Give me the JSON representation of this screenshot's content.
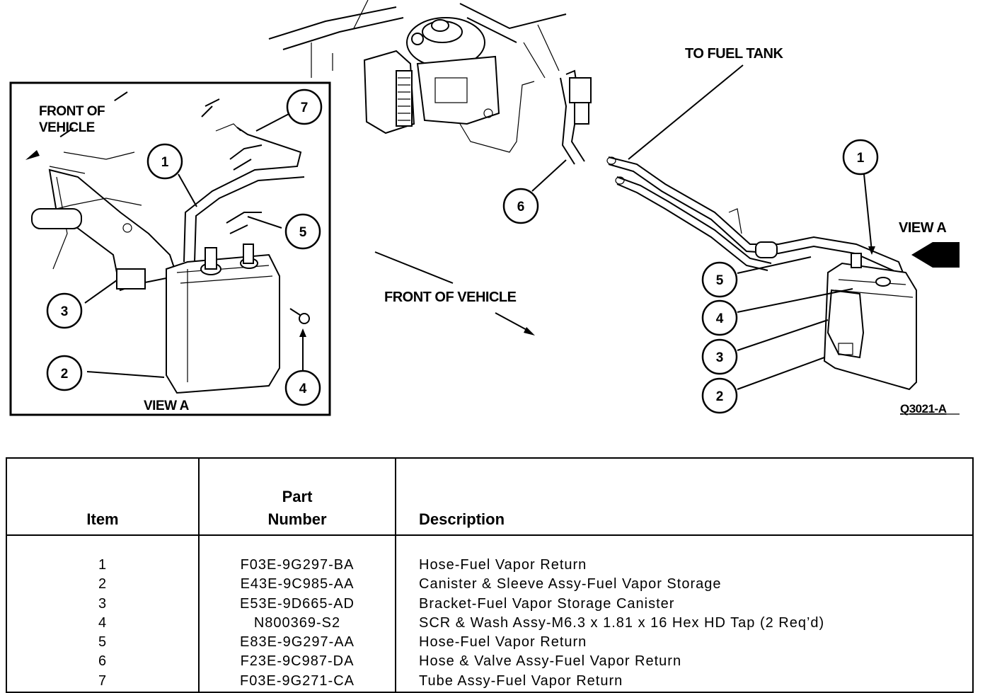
{
  "diagram": {
    "labels": {
      "front_of_vehicle_inset": [
        "FRONT OF",
        "VEHICLE"
      ],
      "view_a_caption": "VIEW A",
      "to_fuel_tank": "TO FUEL TANK",
      "front_of_vehicle_main": "FRONT OF VEHICLE",
      "view_a_pointer": "VIEW  A",
      "figure_code": "Q3021-A"
    },
    "callouts_inset": [
      "1",
      "2",
      "3",
      "4",
      "5",
      "7"
    ],
    "callouts_main": [
      "1",
      "2",
      "3",
      "4",
      "5",
      "6"
    ]
  },
  "table": {
    "headers": {
      "item": "Item",
      "part_number": [
        "Part",
        "Number"
      ],
      "description": "Description"
    },
    "rows": [
      {
        "item": "1",
        "part_number": "F03E-9G297-BA",
        "description": "Hose-Fuel Vapor Return"
      },
      {
        "item": "2",
        "part_number": "E43E-9C985-AA",
        "description": "Canister & Sleeve Assy-Fuel Vapor Storage"
      },
      {
        "item": "3",
        "part_number": "E53E-9D665-AD",
        "description": "Bracket-Fuel Vapor Storage Canister"
      },
      {
        "item": "4",
        "part_number": "N800369-S2",
        "description": "SCR & Wash Assy-M6.3 x 1.81 x 16 Hex HD Tap (2 Req’d)"
      },
      {
        "item": "5",
        "part_number": "E83E-9G297-AA",
        "description": "Hose-Fuel Vapor Return"
      },
      {
        "item": "6",
        "part_number": "F23E-9C987-DA",
        "description": "Hose & Valve Assy-Fuel Vapor Return"
      },
      {
        "item": "7",
        "part_number": "F03E-9G271-CA",
        "description": "Tube Assy-Fuel Vapor Return"
      }
    ]
  }
}
